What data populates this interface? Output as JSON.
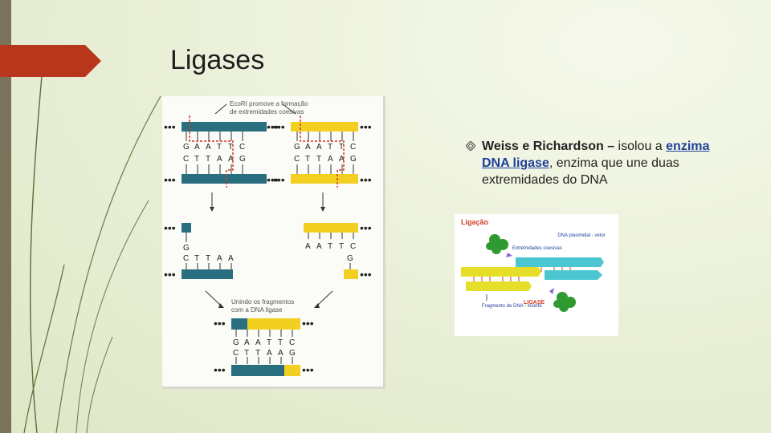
{
  "slide": {
    "title": "Ligases",
    "bullet": {
      "lead": "Weiss e Richardson – ",
      "rest1": " isolou a ",
      "highlight": "enzima DNA ligase",
      "rest2": ", enzima que une duas extremidades do DNA"
    }
  },
  "figure_left": {
    "caption_top_1": "EcoRI promove a formação",
    "caption_top_2": "de extremidades coesivas",
    "seq_top_left": [
      "G",
      "A",
      "A",
      "T",
      "T",
      "C"
    ],
    "seq_bot_left": [
      "C",
      "T",
      "T",
      "A",
      "A",
      "G"
    ],
    "frag_left_top": "G",
    "frag_left_bot": [
      "C",
      "T",
      "T",
      "A",
      "A"
    ],
    "frag_right_top": [
      "A",
      "A",
      "T",
      "T",
      "C"
    ],
    "frag_right_bot": "G",
    "caption_mid_1": "Unindo os fragmentos",
    "caption_mid_2": "com a DNA ligase",
    "final_top": [
      "G",
      "A",
      "A",
      "T",
      "T",
      "C"
    ],
    "final_bot": [
      "C",
      "T",
      "T",
      "A",
      "A",
      "G"
    ],
    "colors": {
      "teal": "#2a6f80",
      "yellow": "#f3cf22",
      "cut": "#d33a2a"
    }
  },
  "figure_right": {
    "title": "Ligação",
    "label_vector": "DNA plasmidial - vetor",
    "label_ends": "Extremidades coesivas",
    "label_insert": "Fragmento de DNA - inserto",
    "label_ligase": "LIGASE"
  }
}
